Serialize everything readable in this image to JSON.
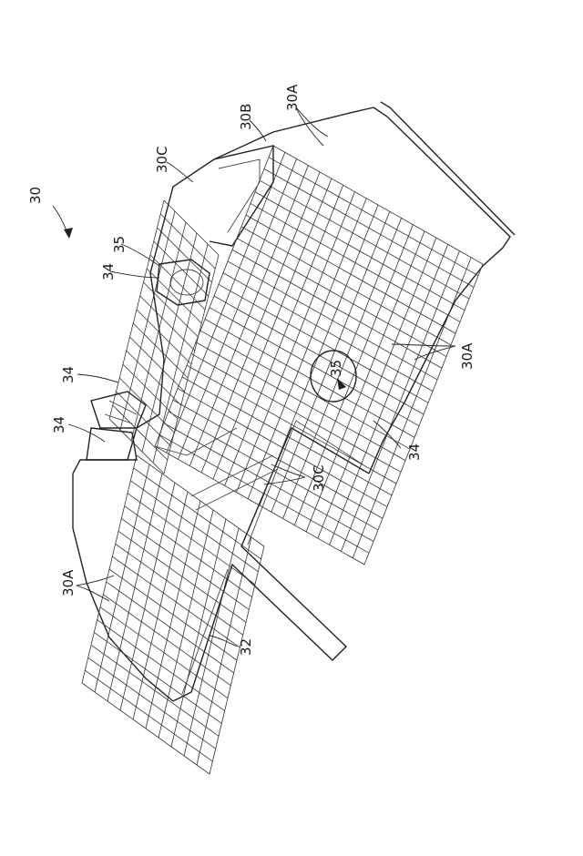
{
  "figure": {
    "ref_main": "30",
    "labels": {
      "a_top": "30A",
      "b_top": "30B",
      "c_top": "30C",
      "n35_left": "35",
      "n34_upper": "34",
      "n34_mid": "34",
      "n34_low": "34",
      "n35_center": "35",
      "a_right": "30A",
      "n34_right": "34",
      "c_bottom": "30C",
      "a_left": "30A",
      "n32": "32"
    }
  }
}
